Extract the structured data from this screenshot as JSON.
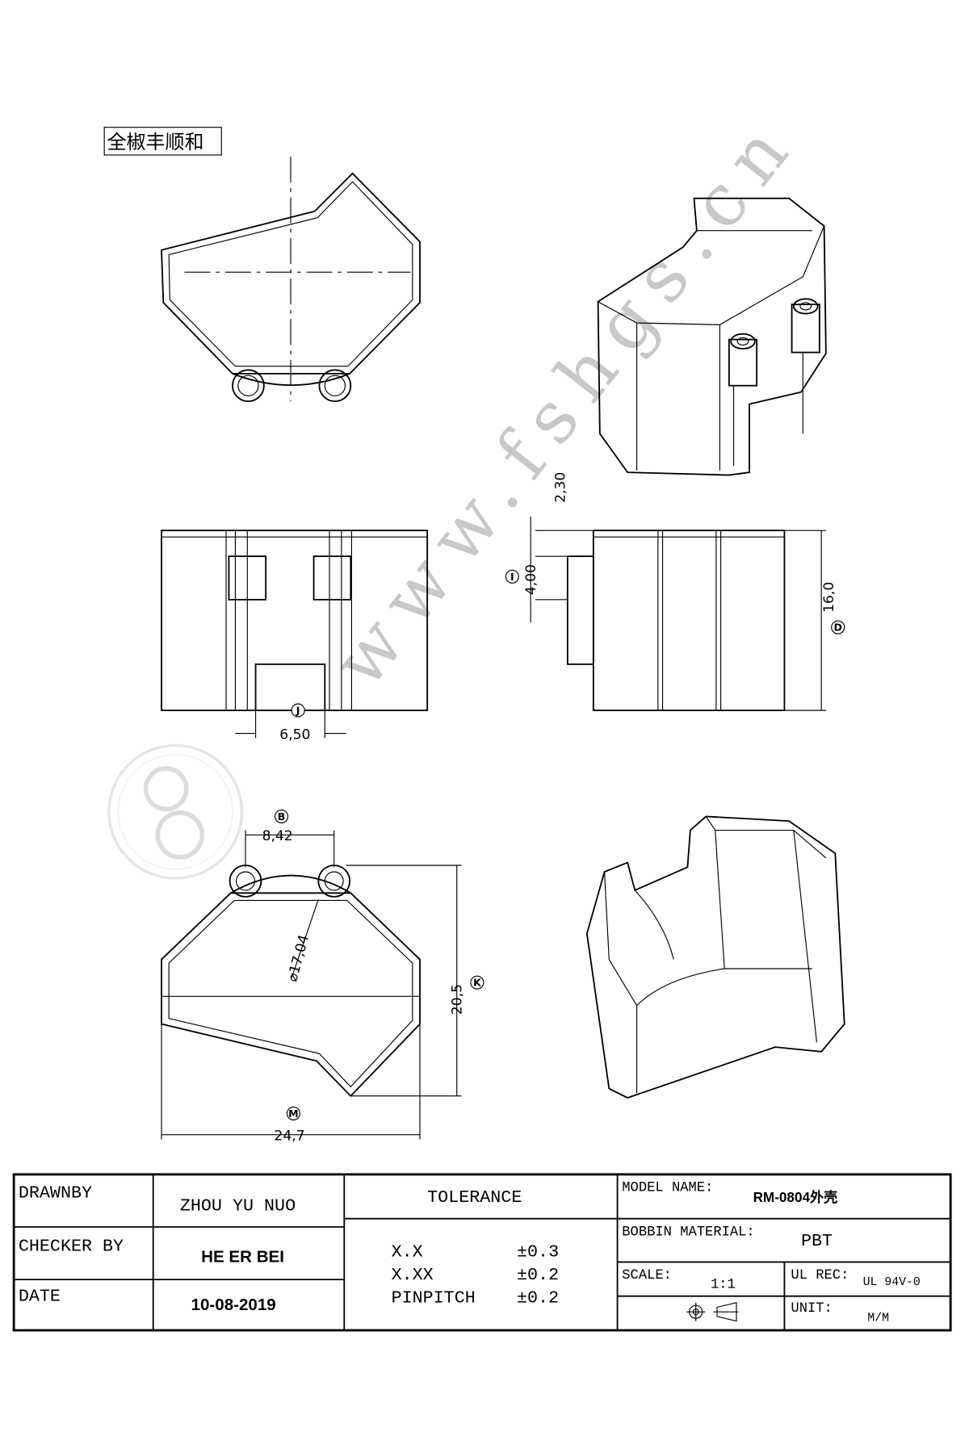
{
  "company_label": "全椒丰顺和",
  "watermark": "www.fshgs.cn",
  "dimensions": {
    "J": {
      "tag": "J",
      "value": "6,50"
    },
    "I": {
      "tag": "I",
      "value": "4,00"
    },
    "top_offset": {
      "value": "2,30"
    },
    "D": {
      "tag": "D",
      "value": "16,0"
    },
    "B": {
      "tag": "B",
      "value": "8,42"
    },
    "K": {
      "tag": "K",
      "value": "20,5"
    },
    "M": {
      "tag": "M",
      "value": "24,7"
    },
    "diameter": {
      "value": "⌀17,04"
    }
  },
  "title_block": {
    "drawn_by_label": "DRAWNBY",
    "drawn_by": "ZHOU YU NUO",
    "checker_label": "CHECKER BY",
    "checker": "HE ER BEI",
    "date_label": "DATE",
    "date": "10-08-2019",
    "tolerance_label": "TOLERANCE",
    "tolerances": [
      {
        "name": "X.X",
        "value": "±0.3"
      },
      {
        "name": "X.XX",
        "value": "±0.2"
      },
      {
        "name": "PINPITCH",
        "value": "±0.2"
      }
    ],
    "model_label": "MODEL NAME:",
    "model": "RM-0804外壳",
    "material_label": "BOBBIN MATERIAL:",
    "material": "PBT",
    "scale_label": "SCALE:",
    "scale": "1:1",
    "ul_label": "UL REC:",
    "ul": "UL 94V-0",
    "unit_label": "UNIT:",
    "unit": "M/M"
  }
}
